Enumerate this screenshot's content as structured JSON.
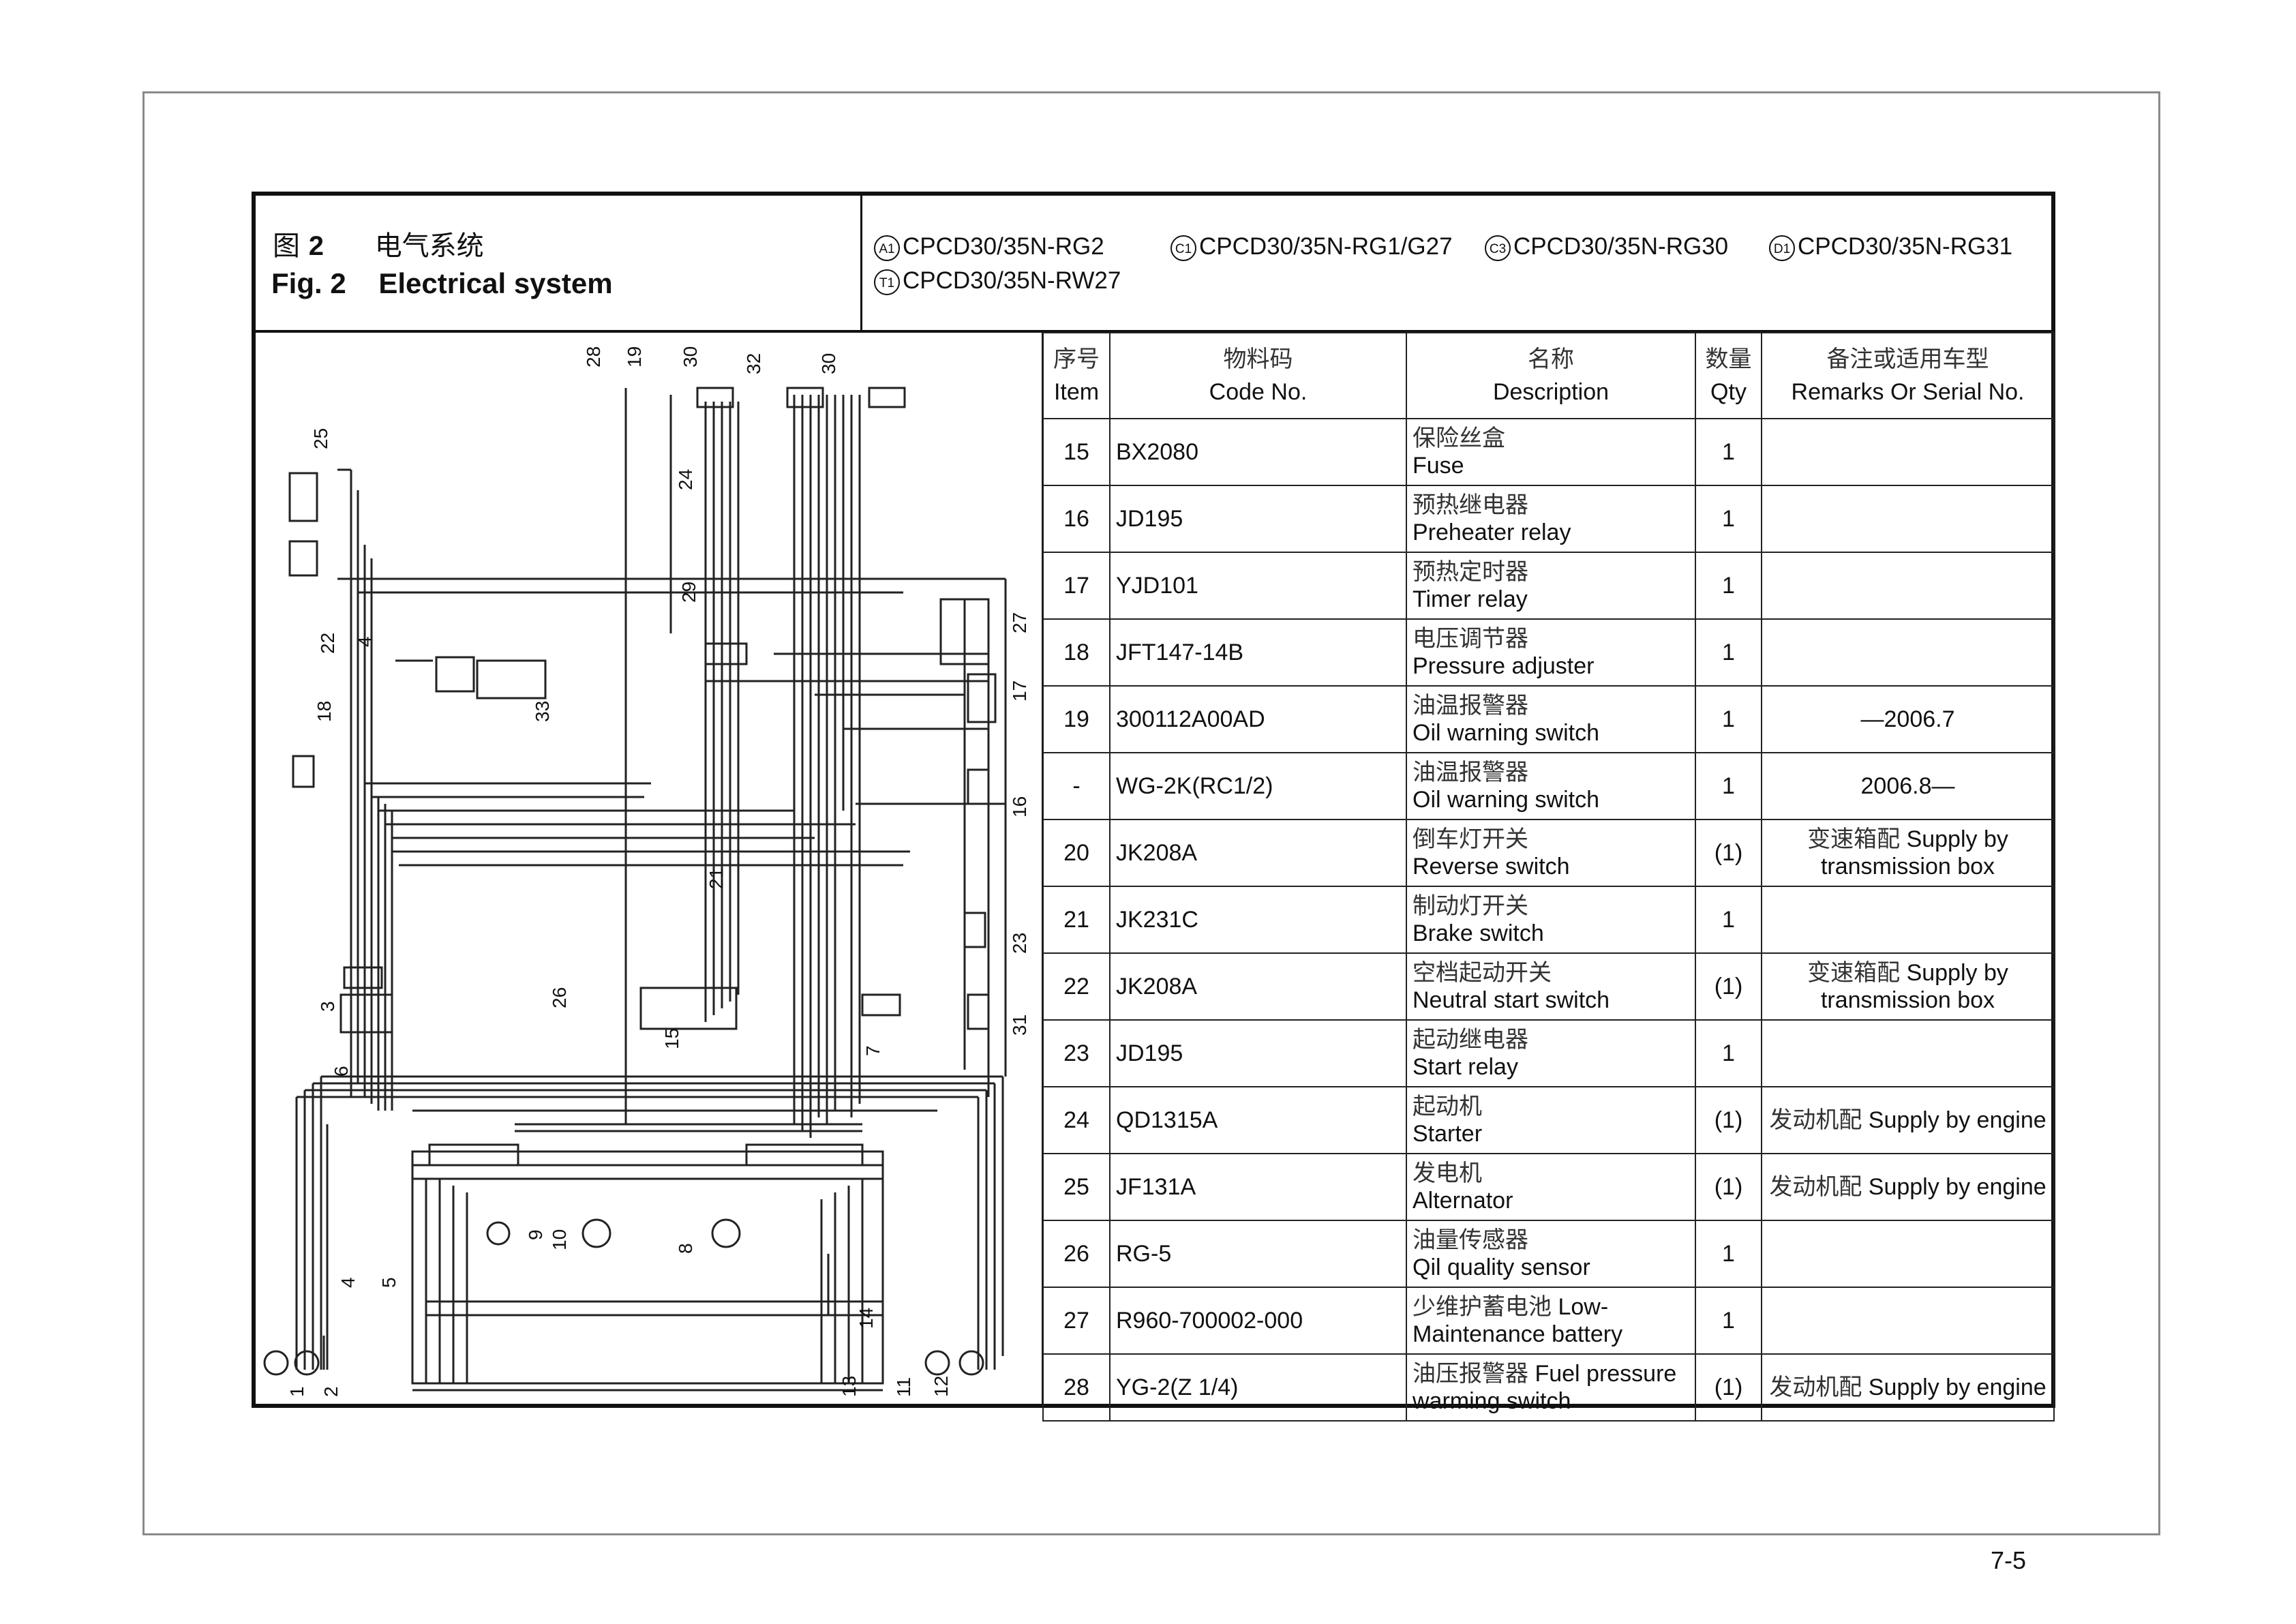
{
  "figure": {
    "cn_label": "图",
    "number": "2",
    "cn_title": "电气系统",
    "en_label": "Fig. 2",
    "en_title": "Electrical system"
  },
  "models": [
    {
      "badge": "A1",
      "text": "CPCD30/35N-RG2"
    },
    {
      "badge": "C1",
      "text": "CPCD30/35N-RG1/G27"
    },
    {
      "badge": "C3",
      "text": "CPCD30/35N-RG30"
    },
    {
      "badge": "D1",
      "text": "CPCD30/35N-RG31"
    },
    {
      "badge": "T1",
      "text": "CPCD30/35N-RW27"
    }
  ],
  "table": {
    "headers": [
      {
        "cn": "序号",
        "en": "Item"
      },
      {
        "cn": "物料码",
        "en": "Code No."
      },
      {
        "cn": "名称",
        "en": "Description"
      },
      {
        "cn": "数量",
        "en": "Qty"
      },
      {
        "cn": "备注或适用车型",
        "en": "Remarks Or Serial No."
      }
    ],
    "rows": [
      {
        "item": "15",
        "code": "BX2080",
        "desc_cn": "保险丝盒",
        "desc_en": "Fuse",
        "qty": "1",
        "remark_cn": "",
        "remark_en": ""
      },
      {
        "item": "16",
        "code": "JD195",
        "desc_cn": "预热继电器",
        "desc_en": "Preheater relay",
        "qty": "1",
        "remark_cn": "",
        "remark_en": ""
      },
      {
        "item": "17",
        "code": "YJD101",
        "desc_cn": "预热定时器",
        "desc_en": "Timer relay",
        "qty": "1",
        "remark_cn": "",
        "remark_en": ""
      },
      {
        "item": "18",
        "code": "JFT147-14B",
        "desc_cn": "电压调节器",
        "desc_en": "Pressure adjuster",
        "qty": "1",
        "remark_cn": "",
        "remark_en": ""
      },
      {
        "item": "19",
        "code": "300112A00AD",
        "desc_cn": "油温报警器",
        "desc_en": "Oil warning switch",
        "qty": "1",
        "remark_cn": "",
        "remark_en": "—2006.7"
      },
      {
        "item": "-",
        "code": "WG-2K(RC1/2)",
        "desc_cn": "油温报警器",
        "desc_en": "Oil warning switch",
        "qty": "1",
        "remark_cn": "",
        "remark_en": "2006.8—"
      },
      {
        "item": "20",
        "code": "JK208A",
        "desc_cn": "倒车灯开关",
        "desc_en": "Reverse switch",
        "qty": "(1)",
        "remark_cn": "变速箱配",
        "remark_en": "Supply by transmission box"
      },
      {
        "item": "21",
        "code": "JK231C",
        "desc_cn": "制动灯开关",
        "desc_en": "Brake switch",
        "qty": "1",
        "remark_cn": "",
        "remark_en": ""
      },
      {
        "item": "22",
        "code": "JK208A",
        "desc_cn": "空档起动开关",
        "desc_en": "Neutral start switch",
        "qty": "(1)",
        "remark_cn": "变速箱配",
        "remark_en": "Supply by transmission box"
      },
      {
        "item": "23",
        "code": "JD195",
        "desc_cn": "起动继电器",
        "desc_en": "Start relay",
        "qty": "1",
        "remark_cn": "",
        "remark_en": ""
      },
      {
        "item": "24",
        "code": "QD1315A",
        "desc_cn": "起动机",
        "desc_en": "Starter",
        "qty": "(1)",
        "remark_cn": "发动机配",
        "remark_en": "Supply by engine"
      },
      {
        "item": "25",
        "code": "JF131A",
        "desc_cn": "发电机",
        "desc_en": "Alternator",
        "qty": "(1)",
        "remark_cn": "发动机配",
        "remark_en": "Supply by engine"
      },
      {
        "item": "26",
        "code": "RG-5",
        "desc_cn": "油量传感器",
        "desc_en": "Qil quality sensor",
        "qty": "1",
        "remark_cn": "",
        "remark_en": ""
      },
      {
        "item": "27",
        "code": "R960-700002-000",
        "desc_cn": "少维护蓄电池",
        "desc_en": "Low-Maintenance battery",
        "qty": "1",
        "remark_cn": "",
        "remark_en": ""
      },
      {
        "item": "28",
        "code": "YG-2(Z 1/4)",
        "desc_cn": "油压报警器",
        "desc_en": "Fuel pressure warming switch",
        "qty": "(1)",
        "remark_cn": "发动机配",
        "remark_en": "Supply by engine"
      }
    ]
  },
  "diagram_labels": [
    "28",
    "19",
    "30",
    "32",
    "30",
    "25",
    "24",
    "29",
    "27",
    "22",
    "4",
    "33",
    "18",
    "17",
    "16",
    "21",
    "23",
    "3",
    "26",
    "15",
    "7",
    "31",
    "6",
    "9",
    "10",
    "8",
    "4",
    "5",
    "14",
    "13",
    "11",
    "12",
    "1",
    "2"
  ],
  "page_number": "7-5"
}
